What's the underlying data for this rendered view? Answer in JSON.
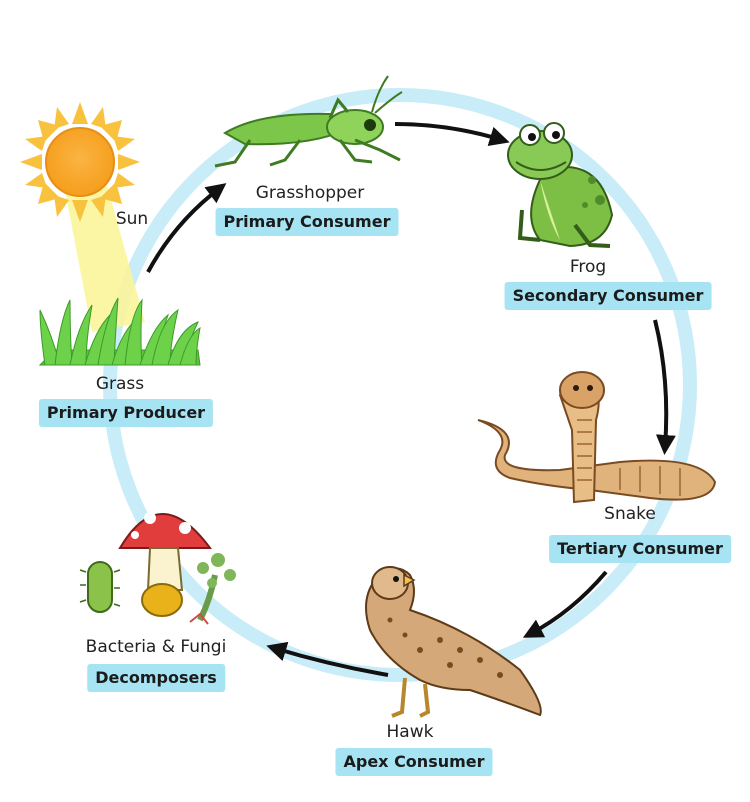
{
  "colors": {
    "ring": "#c8ecf8",
    "badge": "#a6e3f3",
    "arrow": "#111111"
  },
  "nodes": {
    "sun": {
      "name": "Sun",
      "icon": "sun-icon"
    },
    "grass": {
      "name": "Grass",
      "role": "Primary Producer",
      "icon": "grass-icon"
    },
    "grasshopper": {
      "name": "Grasshopper",
      "role": "Primary Consumer",
      "icon": "grasshopper-icon"
    },
    "frog": {
      "name": "Frog",
      "role": "Secondary Consumer",
      "icon": "frog-icon"
    },
    "snake": {
      "name": "Snake",
      "role": "Tertiary Consumer",
      "icon": "snake-icon"
    },
    "hawk": {
      "name": "Hawk",
      "role": "Apex Consumer",
      "icon": "hawk-icon"
    },
    "decomposers": {
      "name": "Bacteria & Fungi",
      "role": "Decomposers",
      "icon": "mushroom-icon"
    }
  },
  "edges": [
    {
      "from": "grass",
      "to": "grasshopper"
    },
    {
      "from": "grasshopper",
      "to": "frog"
    },
    {
      "from": "frog",
      "to": "snake"
    },
    {
      "from": "snake",
      "to": "hawk"
    },
    {
      "from": "hawk",
      "to": "decomposers"
    }
  ]
}
